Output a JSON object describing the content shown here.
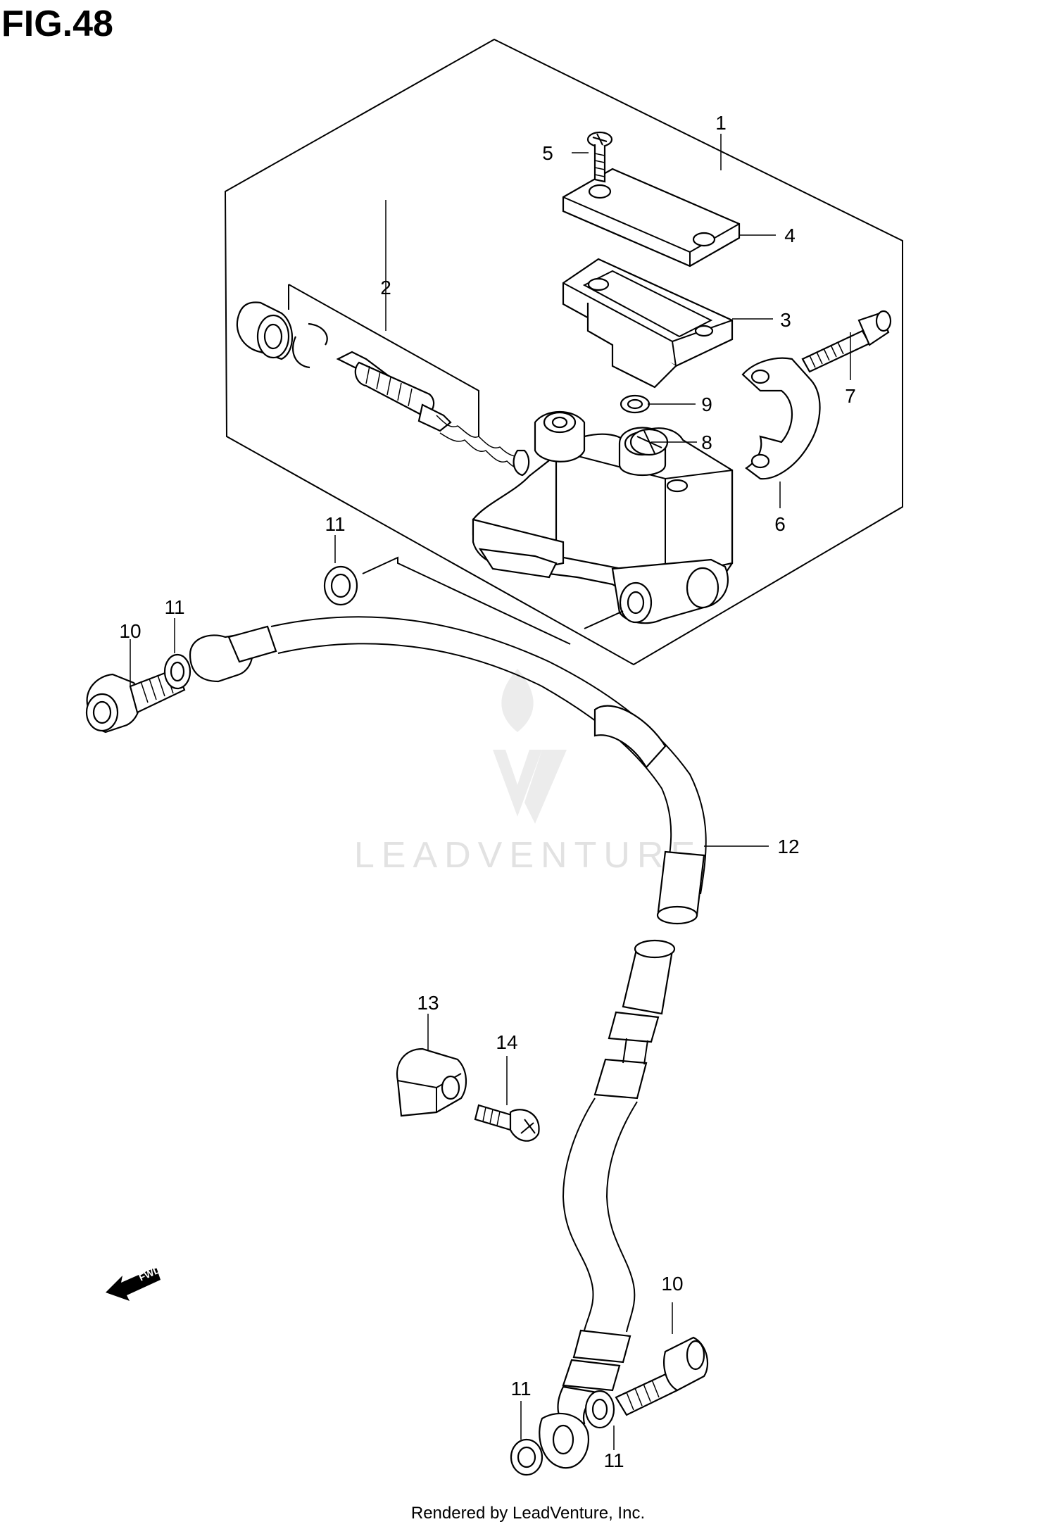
{
  "figure": {
    "title": "FIG.48"
  },
  "watermark": {
    "text": "LEADVENTURE"
  },
  "footer": {
    "text": "Rendered by LeadVenture, Inc."
  },
  "fwd_label": "FWD",
  "callouts": [
    {
      "id": "c1",
      "label": "1"
    },
    {
      "id": "c2",
      "label": "2"
    },
    {
      "id": "c3",
      "label": "3"
    },
    {
      "id": "c4",
      "label": "4"
    },
    {
      "id": "c5",
      "label": "5"
    },
    {
      "id": "c6",
      "label": "6"
    },
    {
      "id": "c7",
      "label": "7"
    },
    {
      "id": "c8",
      "label": "8"
    },
    {
      "id": "c9",
      "label": "9"
    },
    {
      "id": "c10a",
      "label": "10"
    },
    {
      "id": "c10b",
      "label": "10"
    },
    {
      "id": "c11a",
      "label": "11"
    },
    {
      "id": "c11b",
      "label": "11"
    },
    {
      "id": "c11c",
      "label": "11"
    },
    {
      "id": "c11d",
      "label": "11"
    },
    {
      "id": "c12",
      "label": "12"
    },
    {
      "id": "c13",
      "label": "13"
    },
    {
      "id": "c14",
      "label": "14"
    }
  ],
  "colors": {
    "line": "#000000",
    "background": "#ffffff",
    "watermark": "#e2e2e2"
  }
}
